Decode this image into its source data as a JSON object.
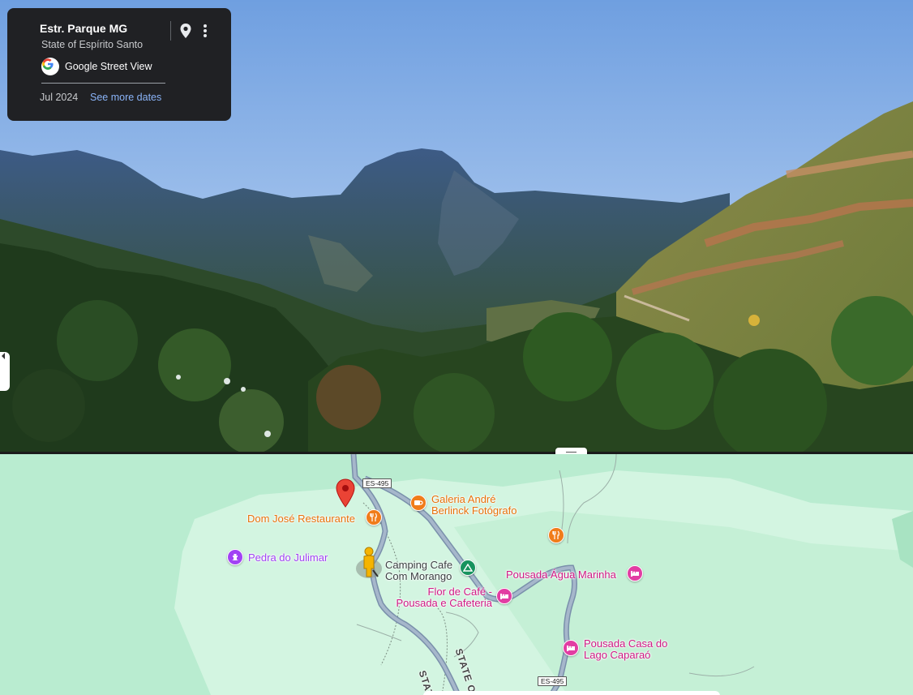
{
  "info_card": {
    "title": "Estr. Parque MG",
    "subtitle": "State of Espírito Santo",
    "provider": "Google Street View",
    "date": "Jul 2024",
    "more_dates_link": "See more dates",
    "pin_icon": "location-pin-icon",
    "more_icon": "more-vert-icon"
  },
  "map": {
    "pois": [
      {
        "label": "Dom José Restaurante",
        "icon": "restaurant-icon",
        "color": "#e8710a"
      },
      {
        "label": "Galeria André Berlinck Fotógrafo",
        "line1": "Galeria André",
        "line2": "Berlinck Fotógrafo",
        "icon": "cafe-icon",
        "color": "#e8710a"
      },
      {
        "label": "Pedra do Julimar",
        "icon": "landmark-icon",
        "color": "#a142f4"
      },
      {
        "label": "Camping Cafe Com Morango",
        "line1": "Camping Cafe",
        "line2": "Com Morango",
        "icon": "camping-icon",
        "color": "#17935e"
      },
      {
        "label": "Pousada Água Marinha",
        "icon": "hotel-icon",
        "color": "#d01884"
      },
      {
        "label": "Flor de Café - Pousada e Cafeteria",
        "line1": "Flor de Café -",
        "line2": "Pousada e Cafeteria",
        "icon": "hotel-icon",
        "color": "#d01884"
      },
      {
        "label": "Pousada Casa do Lago Caparaó",
        "line1": "Pousada Casa do",
        "line2": "Lago Caparaó",
        "icon": "hotel-icon",
        "color": "#d01884"
      }
    ],
    "road_shields": [
      "ES-495",
      "ES-495"
    ],
    "road_labels": [
      "STAT",
      "STATE OF"
    ],
    "colors": {
      "land": "#b9ecd0",
      "park": "#d3f5e1",
      "road": "#8aa0b8",
      "pin": "#ea4335"
    }
  }
}
